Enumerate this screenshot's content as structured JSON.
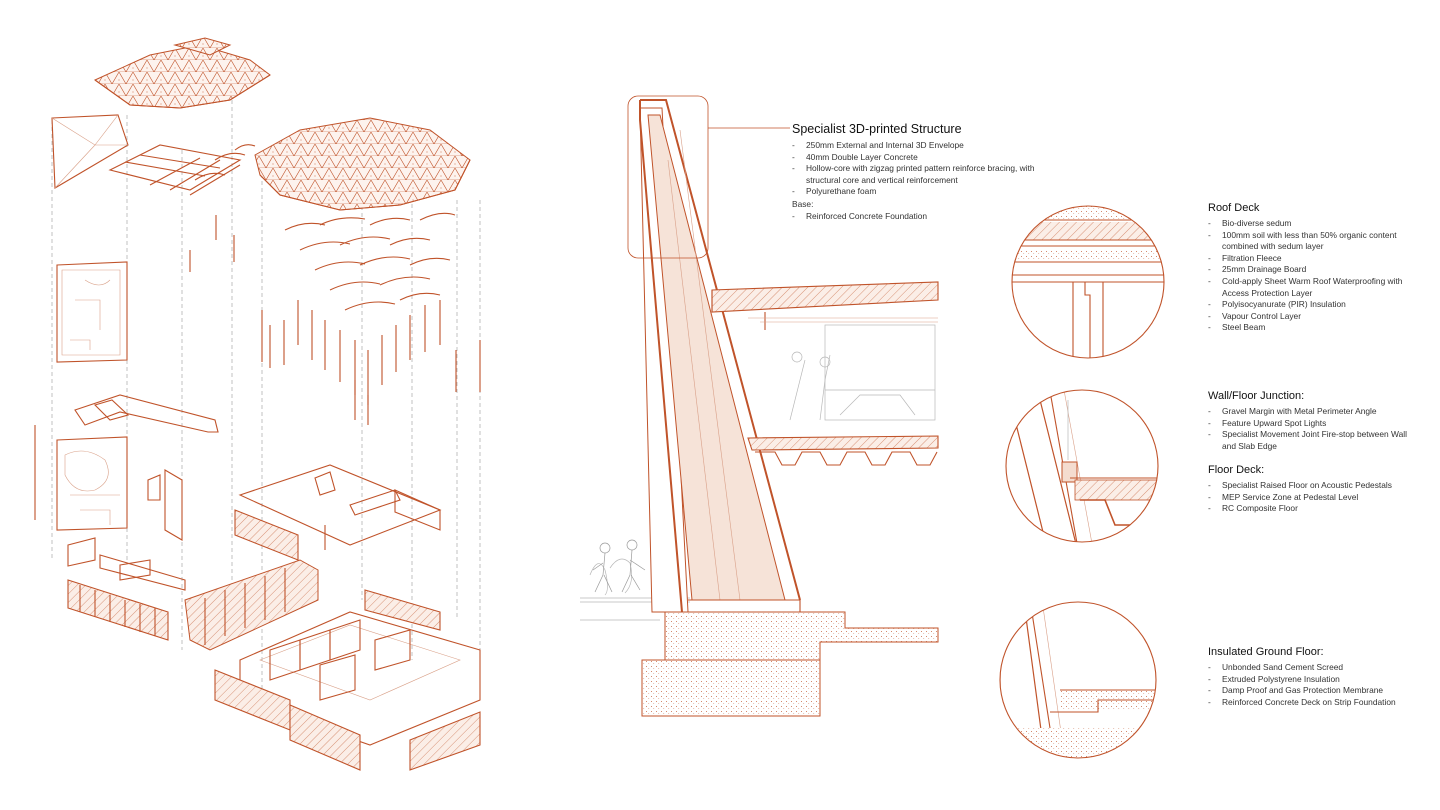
{
  "structure": {
    "title": "Specialist 3D-printed Structure",
    "items": [
      "250mm External and Internal 3D Envelope",
      "40mm Double Layer Concrete",
      "Hollow-core with zigzag printed pattern  reinforce bracing, with structural core and vertical reinforcement",
      "Polyurethane foam"
    ],
    "base_label": "Base:",
    "base_items": [
      "Reinforced Concrete Foundation"
    ]
  },
  "roof_deck": {
    "title": "Roof Deck",
    "items": [
      "Bio-diverse sedum",
      "100mm soil with less than 50% organic content combined with sedum layer",
      "Filtration Fleece",
      "25mm Drainage Board",
      "Cold-apply Sheet Warm Roof Waterproofing with Access Protection Layer",
      "Polyisocyanurate (PIR) Insulation",
      "Vapour Control Layer",
      "Steel Beam"
    ]
  },
  "wall_floor": {
    "title": "Wall/Floor Junction:",
    "items": [
      "Gravel Margin with Metal Perimeter Angle",
      "Feature Upward Spot Lights",
      "Specialist Movement Joint Fire-stop between Wall and Slab Edge"
    ]
  },
  "floor_deck": {
    "title": "Floor Deck:",
    "items": [
      "Specialist Raised Floor on Acoustic Pedestals",
      "MEP Service Zone at Pedestal Level",
      "RC Composite Floor"
    ]
  },
  "ground_floor": {
    "title": "Insulated Ground Floor:",
    "items": [
      "Unbonded Sand Cement Screed",
      "Extruded Polystyrene Insulation",
      "Damp Proof and Gas Protection Membrane",
      "Reinforced Concrete Deck on Strip Foundation"
    ]
  },
  "colors": {
    "line": "#c0532a",
    "fill": "#f4dccf",
    "text": "#2a2a2a"
  }
}
